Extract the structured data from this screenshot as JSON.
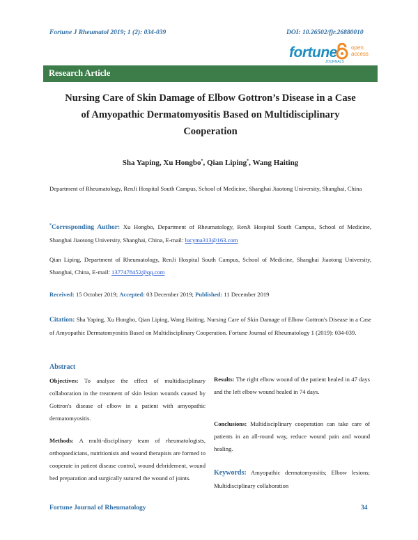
{
  "header": {
    "journal_ref": "Fortune J Rheumatol 2019; 1 (2): 034-039",
    "doi": "DOI: 10.26502/fjr.26880010",
    "logo_text": "fortune",
    "logo_sub": "JOURNALS",
    "open_access": [
      "open",
      "access"
    ]
  },
  "article_type": "Research Article",
  "title_lines": [
    "Nursing Care of Skin Damage of Elbow Gottron’s Disease in a Case",
    "of Amyopathic Dermatomyositis Based on Multidisciplinary",
    "Cooperation"
  ],
  "authors": {
    "a1": "Sha Yaping, Xu Hongbo",
    "a2": ", Qian Liping",
    "a3": ", Wang Haiting",
    "mark": "*"
  },
  "affiliation": "Department of Rheumatology, RenJi Hospital South Campus, School of Medicine, Shanghai Jiaotong University, Shanghai, China",
  "corresponding": {
    "mark": "*",
    "label": "Corresponding Author:",
    "text": " Xu Hongbo, Department of Rheumatology, RenJi Hospital South Campus, School of Medicine, Shanghai Jiaotong University, Shanghai, China, E-mail: ",
    "email": "lucyma313@163.com"
  },
  "second_author": {
    "text": "Qian Liping, Department of Rheumatology, RenJi Hospital South Campus, School of Medicine, Shanghai Jiaotong University, Shanghai, China, E-mail: ",
    "email": "1377478452@qq.com"
  },
  "dates": {
    "received_label": "Received:",
    "received": " 15 October 2019; ",
    "accepted_label": "Accepted:",
    "accepted": " 03 December 2019; ",
    "published_label": "Published:",
    "published": " 11 December 2019"
  },
  "citation": {
    "label": "Citation:",
    "text": " Sha Yaping, Xu Hongbo, Qian Liping, Wang Haiting. Nursing Care of Skin Damage of Elbow Gottron's Disease in a Case of Amyopathic Dermatomyositis Based on Multidisciplinary Cooperation. Fortune Journal of Rheumatology 1 (2019): 034-039."
  },
  "abstract": {
    "heading": "Abstract",
    "objectives_label": "Objectives:",
    "objectives": " To analyze the effect of multidisciplinary collaboration in the treatment of skin lesion wounds caused by Gottron's disease of elbow in a patient with amyopathic dermatomyositis.",
    "methods_label": "Methods:",
    "methods": " A multi-disciplinary team of rheumatologists, orthopaedicians, nutritionists and wound therapists are formed to cooperate in patient disease control, wound debridement, wound bed preparation and surgically sutured the wound of joints.",
    "results_label": "Results:",
    "results": " The right elbow wound of the patient healed in 47 days and the left elbow wound healed in 74 days.",
    "conclusions_label": "Conclusions:",
    "conclusions": " Multidisciplinary cooperation can take care of patients in an all-round way, reduce wound pain and wound healing.",
    "keywords_label": "Keywords:",
    "keywords": " Amyopathic dermatomyositis; Elbow lesions; Multidisciplinary collaboration"
  },
  "footer": {
    "journal": "Fortune Journal of Rheumatology",
    "page": "34"
  }
}
